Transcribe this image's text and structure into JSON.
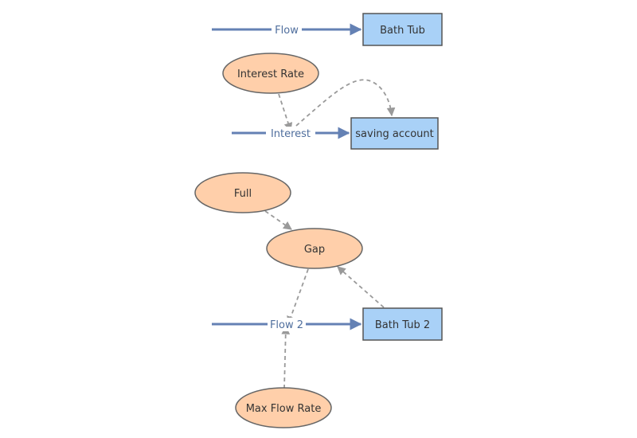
{
  "colors": {
    "stock_fill": "#a9d1f7",
    "stock_stroke": "#555555",
    "variable_fill": "#ffcfaa",
    "variable_stroke": "#666666",
    "flow_line": "#6481b4",
    "link_line": "#9a9a9a",
    "label_text": "#333333",
    "flow_label_text": "#4f6e9d"
  },
  "stocks": {
    "bath_tub": "Bath Tub",
    "saving_account": "saving account",
    "bath_tub_2": "Bath Tub 2"
  },
  "flows": {
    "flow": "Flow",
    "interest": "Interest",
    "flow_2": "Flow 2"
  },
  "variables": {
    "interest_rate": "Interest Rate",
    "full": "Full",
    "gap": "Gap",
    "max_flow_rate": "Max Flow Rate"
  }
}
